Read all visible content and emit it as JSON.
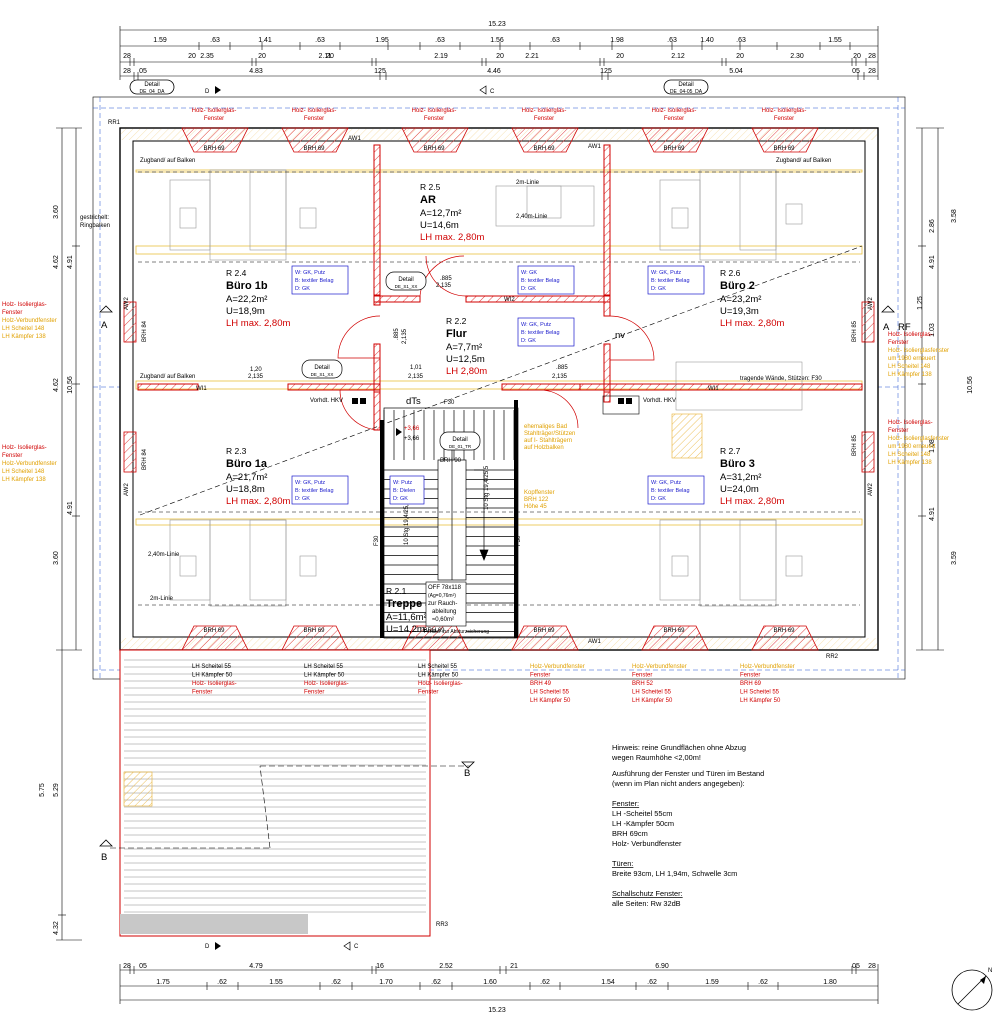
{
  "dims_top": {
    "total": "15.23",
    "row1": [
      "1.59",
      ".63",
      "1.41",
      ".63",
      "1.95",
      ".63",
      "1.56",
      ".63",
      "1.98",
      ".63",
      "1.40",
      ".63",
      "1.55"
    ],
    "row2": [
      "28",
      "20",
      "2.35",
      "20",
      "2.11",
      "20",
      "2.19",
      "20",
      "2.21",
      "20",
      "2.12",
      "20",
      "2.30",
      "20",
      "28"
    ],
    "row3": [
      "28",
      "05",
      "4.83",
      "125",
      "4.46",
      "125",
      "5.04",
      "05",
      "28"
    ]
  },
  "dims_bottom": {
    "row1": [
      "28",
      "05",
      "4.79",
      "16",
      "2.52",
      "21",
      "6.90",
      "05",
      "28"
    ],
    "row2": [
      "1.75",
      ".62",
      "1.55",
      ".62",
      "1.70",
      ".62",
      "1.60",
      ".62",
      "1.54",
      ".62",
      "1.59",
      ".62",
      "1.80"
    ],
    "total": "15.23"
  },
  "dims_left": [
    "3.60",
    "4.91",
    "4.62",
    "10.56",
    "4.62",
    "4.91",
    "3.60",
    "5.75",
    "5.29",
    "4.32"
  ],
  "dims_right": [
    "2.86",
    "3.58",
    "4.91",
    "1.25",
    "1.03",
    "10.56",
    "1.08",
    "4.91",
    "3.59"
  ],
  "rooms": [
    {
      "num": "R 2.5",
      "name": "AR",
      "area": "A=12,7m²",
      "perimeter": "U=14,6m",
      "height": "LH max. 2,80m"
    },
    {
      "num": "R 2.4",
      "name": "Büro 1b",
      "area": "A=22,2m²",
      "perimeter": "U=18,9m",
      "height": "LH max. 2,80m"
    },
    {
      "num": "R 2.2",
      "name": "Flur",
      "area": "A=7,7m²",
      "perimeter": "U=12,5m",
      "height": "LH 2,80m"
    },
    {
      "num": "R 2.6",
      "name": "Büro 2",
      "area": "A=23,2m²",
      "perimeter": "U=19,3m",
      "height": "LH max. 2,80m"
    },
    {
      "num": "R 2.3",
      "name": "Büro 1a",
      "area": "A=21,7m²",
      "perimeter": "U=18,8m",
      "height": "LH max. 2,80m"
    },
    {
      "num": "R 2.7",
      "name": "Büro 3",
      "area": "A=31,2m²",
      "perimeter": "U=24,0m",
      "height": "LH max. 2,80m"
    },
    {
      "num": "R 2.1",
      "name": "Treppe",
      "area": "A=11,6m²",
      "perimeter": "U=14,2m",
      "height": ""
    }
  ],
  "finishes": {
    "std": [
      "W: GK, Putz",
      "B: textiler Belag",
      "D: GK"
    ],
    "ar": [
      "W: GK",
      "B: textiler Belag",
      "D: GK"
    ],
    "treppe": [
      "W: Putz",
      "B: Dielen",
      "D: GK"
    ]
  },
  "window_labels": {
    "top": "Holz- Isolierglas-",
    "top2": "Fenster",
    "brh": "BRH 69",
    "aw1": "AW1",
    "aw2": "AW2",
    "brh84": "BRH 84",
    "brh85": "BRH 85",
    "lh_scheitel": "LH Scheitel 55",
    "lh_kaempfer": "LH Kämpfer 50",
    "verbund": "Holz-Verbundfenster",
    "brh49": "BRH 49",
    "brh52": "BRH 52",
    "brh90": "BRH 90",
    "brh122": "BRH 122"
  },
  "left_side_notes": [
    "Holz- Isolierglas-",
    "Fenster",
    "Holz-Verbundfenster",
    "LH Scheitel 148",
    "LH Kämpfer 138"
  ],
  "right_side_notes": [
    "Holz- Isolierglas-",
    "Fenster",
    "Holz- Isolierglasfenster",
    "um 1980 erneuert",
    "LH Scheitel 148",
    "LH Kämpfer 138"
  ],
  "misc_labels": {
    "detail": "Detail",
    "detail_a": "DE_04_DA",
    "detail_b": "DE_04-05_DA",
    "detail_c": "DE_S1_XX",
    "detail_d": "DE_01_TR",
    "zugband": "Zugband/ auf Balken",
    "gestrichelt": "gestrichelt:",
    "ringbalken": "Ringbalken",
    "linie_2m": "2m-Linie",
    "linie_240": "2,40m-Linie",
    "w1": "WI1",
    "w2": "WI2",
    "vorhdt": "Vorhdt. HKV",
    "dts": "dTs",
    "f30": "F30",
    "nv": "nv",
    "tragende": "tragende Wände, Stützen: F30",
    "kopffenster": [
      "Kopffenster",
      "BRH 122",
      "Höhe 45"
    ],
    "ehem": [
      "ehemaliges Bad",
      "Stahlträger/Stützen",
      "auf I- Stahlträgern",
      "auf Holzbalken"
    ],
    "off": [
      "OFF 78x118",
      "(Ag=0,76m²)",
      "zur Rauch-",
      "ableitung",
      "≈0,60m²"
    ],
    "fenster_abs": "Fenster zur Absturzsicherung",
    "rr1": "RR1",
    "rr2": "RR2",
    "rr3": "RR3",
    "plus366a": "+3,66",
    "plus366b": "+3,66",
    "stair_info": "10 Stg 19,4/25,5",
    "stair_a": "A",
    "stair_b": "B",
    "stair_c": "C",
    "stair_d": "D",
    "rf": "RF"
  },
  "door_dims": [
    {
      "w": "1,20",
      "h": "2,135"
    },
    {
      "w": "1,01",
      "h": "2,135"
    },
    {
      "w": ".885",
      "h": "2,135"
    },
    {
      "w": ".885",
      "h": "2,135"
    },
    {
      "w": ".885",
      "h": "2,135"
    }
  ],
  "notes": {
    "hinweis1": "Hinweis: reine Grundflächen ohne Abzug",
    "hinweis2": "wegen Raumhöhe <2,00m!",
    "ausf1": "Ausführung der Fenster und Türen im Bestand",
    "ausf2": "(wenn im Plan nicht anders angegeben):",
    "fenster_head": "Fenster:",
    "fenster_lines": [
      "LH -Scheitel 55cm",
      "LH -Kämpfer 50cm",
      "BRH 69cm",
      "Holz- Verbundfenster"
    ],
    "tueren_head": "Türen:",
    "tueren_line": "Breite 93cm, LH 1,94m, Schwelle 3cm",
    "schall_head": "Schallschutz Fenster:",
    "schall_line": "alle Seiten: Rw 32dB"
  },
  "north": "N"
}
